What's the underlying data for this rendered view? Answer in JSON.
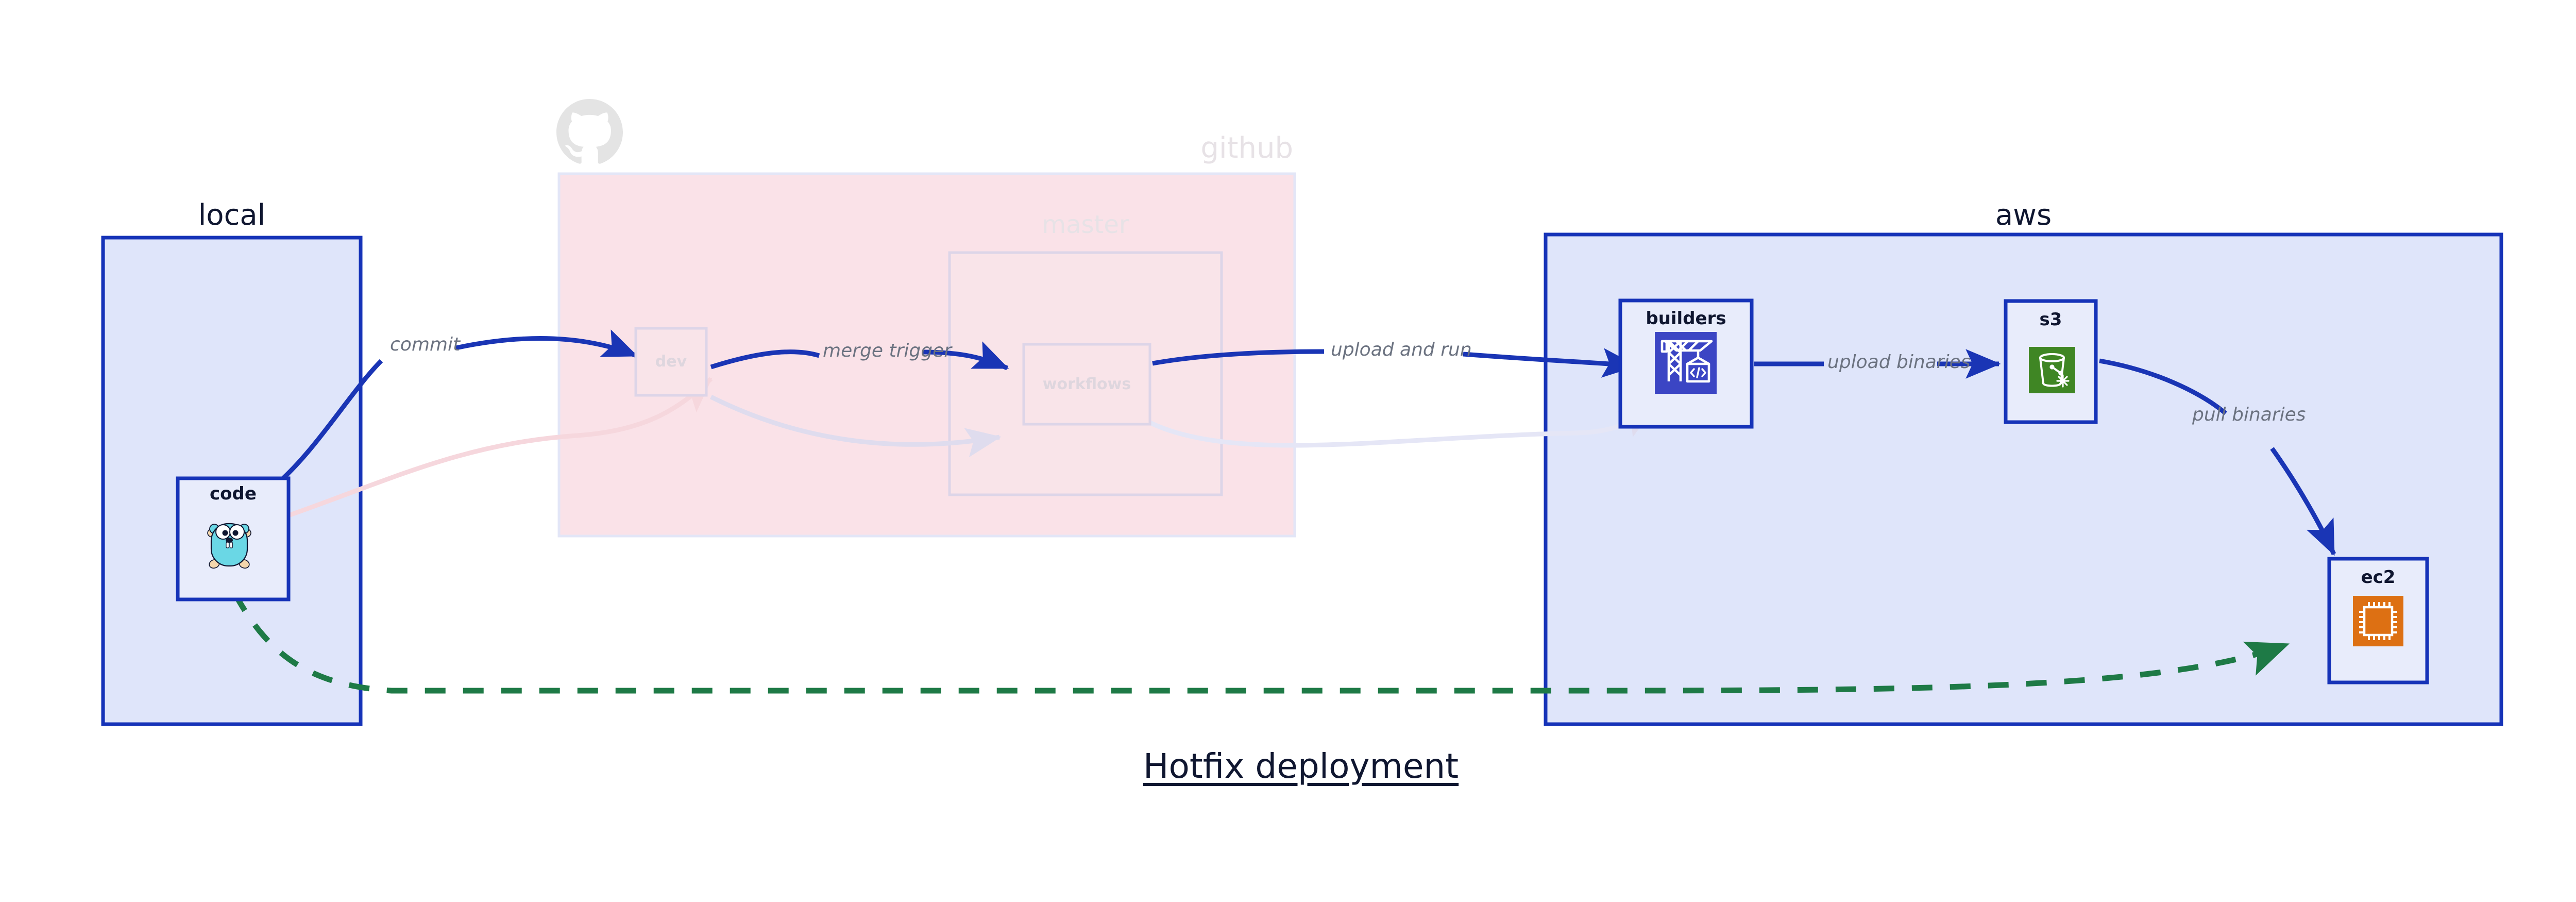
{
  "title": "Hotfix deployment",
  "colors": {
    "edge_blue": "#1a35b5",
    "node_border_blue": "#1633b8",
    "node_fill_blue": "#e8ecfb",
    "group_fill_blue": "#dfe5fa",
    "group_fill_pink": "#fae2e8",
    "faded_border": "#ded6e6",
    "dashed_green": "#1e7a46",
    "label_gray": "#6b7280",
    "title_navy": "#0f1630",
    "builders_icon_bg": "#3b45c4",
    "s3_icon_bg": "#3f8624",
    "ec2_icon_bg": "#dd7013",
    "gopher_cyan": "#6ad7e5",
    "github_logo_gray": "#e4e4e4"
  },
  "groups": [
    {
      "id": "local",
      "label": "local",
      "faded": false
    },
    {
      "id": "github",
      "label": "github",
      "faded": true
    },
    {
      "id": "master",
      "label": "master",
      "faded": true
    },
    {
      "id": "aws",
      "label": "aws",
      "faded": false
    }
  ],
  "nodes": [
    {
      "id": "code",
      "label": "code",
      "icon": "go-gopher-icon",
      "faded": false
    },
    {
      "id": "dev",
      "label": "dev",
      "icon": "none",
      "faded": true
    },
    {
      "id": "workflows",
      "label": "workflows",
      "icon": "none",
      "faded": true
    },
    {
      "id": "builders",
      "label": "builders",
      "icon": "crane-code-icon",
      "faded": false
    },
    {
      "id": "s3",
      "label": "s3",
      "icon": "s3-bucket-icon",
      "faded": false
    },
    {
      "id": "ec2",
      "label": "ec2",
      "icon": "cpu-chip-icon",
      "faded": false
    }
  ],
  "edges": [
    {
      "id": "commit",
      "label": "commit",
      "from": "code",
      "to": "dev",
      "style": "solid-blue",
      "faded": false
    },
    {
      "id": "merge-trigger",
      "label": "merge trigger",
      "from": "dev",
      "to": "workflows",
      "style": "solid-blue",
      "faded": false
    },
    {
      "id": "upload-and-run",
      "label": "upload and run",
      "from": "workflows",
      "to": "builders",
      "style": "solid-blue",
      "faded": false
    },
    {
      "id": "upload-binaries",
      "label": "upload binaries",
      "from": "builders",
      "to": "s3",
      "style": "solid-blue",
      "faded": false
    },
    {
      "id": "pull-binaries",
      "label": "pull binaries",
      "from": "s3",
      "to": "ec2",
      "style": "solid-blue",
      "faded": false
    },
    {
      "id": "hotfix-direct",
      "label": "",
      "from": "code",
      "to": "ec2",
      "style": "dashed-green",
      "faded": false
    },
    {
      "id": "faded-code-dev",
      "label": "",
      "from": "code",
      "to": "dev",
      "style": "faded-pink",
      "faded": true
    },
    {
      "id": "faded-dev-wf",
      "label": "",
      "from": "dev",
      "to": "workflows",
      "style": "faded-lavender",
      "faded": true
    },
    {
      "id": "faded-wf-build",
      "label": "",
      "from": "workflows",
      "to": "builders",
      "style": "faded-lavender",
      "faded": true
    }
  ],
  "logos": [
    {
      "id": "github-logo",
      "name": "github-octocat-icon"
    }
  ]
}
